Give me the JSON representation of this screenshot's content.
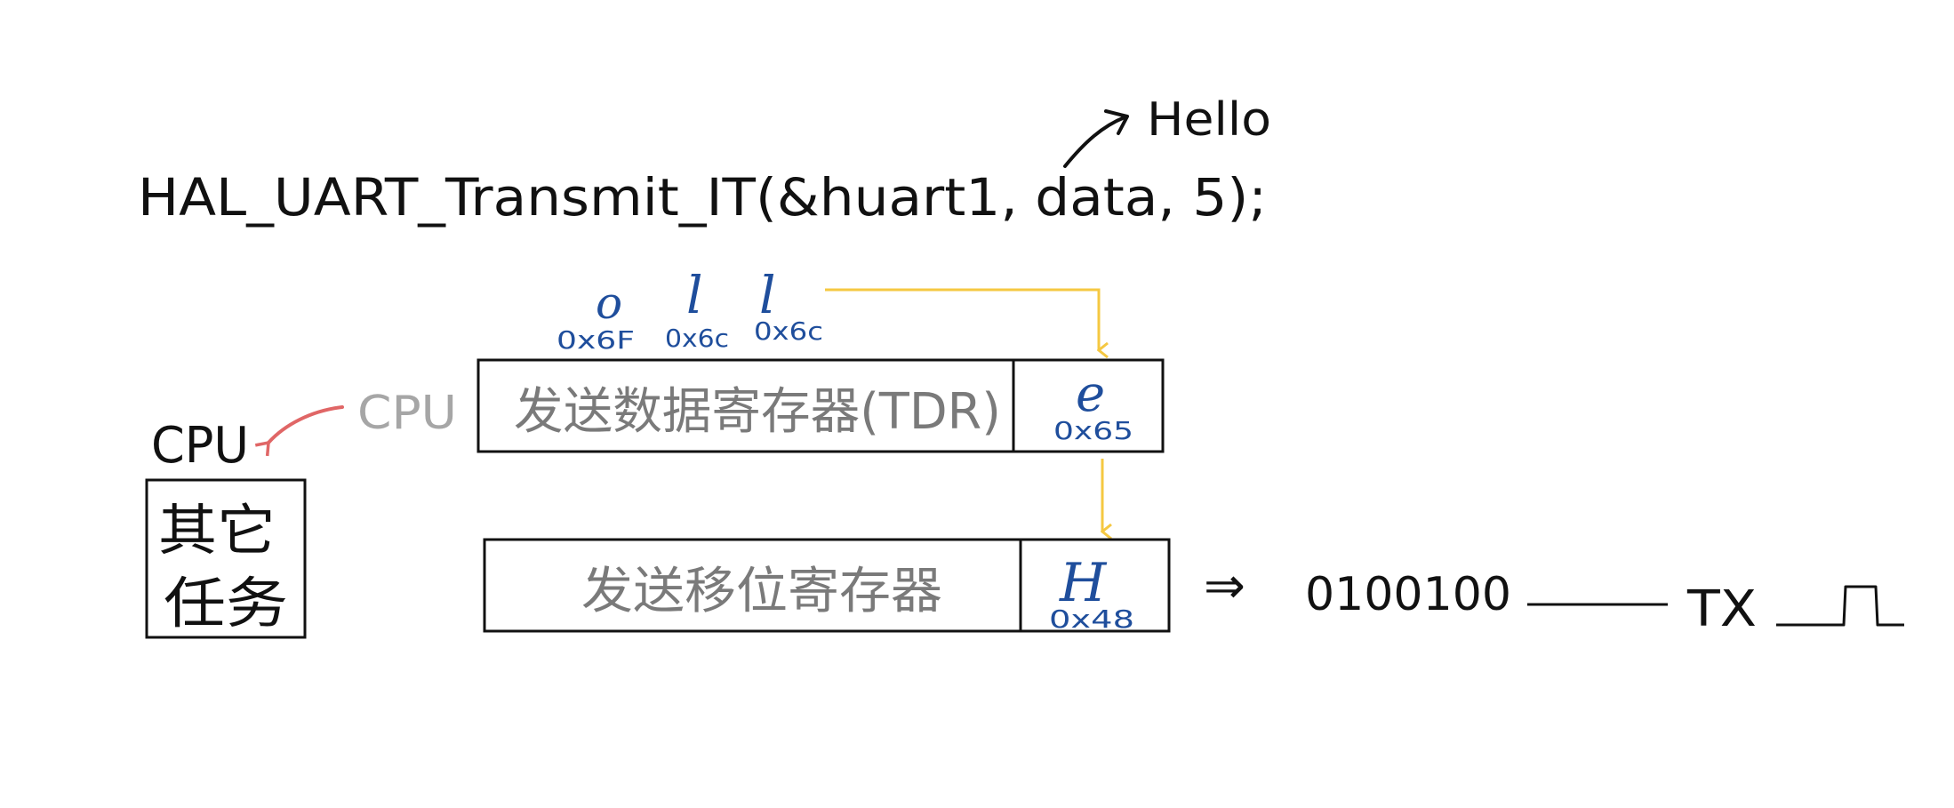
{
  "call": {
    "code": "HAL_UART_Transmit_IT(&huart1, data, 5);",
    "annotation": "Hello"
  },
  "queue": [
    {
      "char": "o",
      "hex": "0x6F"
    },
    {
      "char": "l",
      "hex": "0x6c"
    },
    {
      "char": "l",
      "hex": "0x6c"
    }
  ],
  "tdr": {
    "label": "发送数据寄存器(TDR)",
    "char": "e",
    "hex": "0x65"
  },
  "shift_register": {
    "label": "发送移位寄存器",
    "char": "H",
    "hex": "0x48"
  },
  "cpu": {
    "title": "CPU",
    "side_label": "CPU",
    "task_line1": "其它",
    "task_line2": "任务"
  },
  "output": {
    "arrow": "⇒",
    "bits": "0100100",
    "pin": "TX"
  },
  "colors": {
    "ink": "#111111",
    "blue": "#1f4e9c",
    "yellow": "#f5c842",
    "red": "#e06666",
    "grey": "#7a7a7a"
  }
}
